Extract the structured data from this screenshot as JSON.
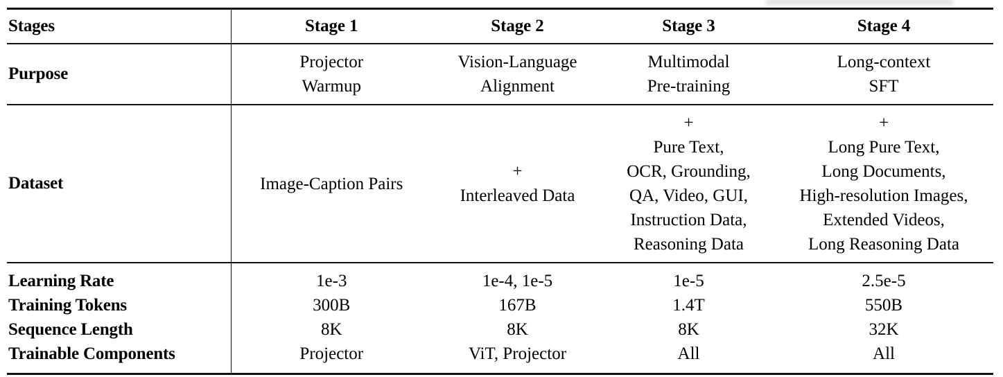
{
  "table": {
    "columns": [
      "Stages",
      "Stage 1",
      "Stage 2",
      "Stage 3",
      "Stage 4"
    ],
    "header": {
      "label": "Stages",
      "stage1": "Stage 1",
      "stage2": "Stage 2",
      "stage3": "Stage 3",
      "stage4": "Stage 4"
    },
    "rows": [
      {
        "label": "Purpose",
        "stage1": "Projector\nWarmup",
        "stage2": "Vision-Language\nAlignment",
        "stage3": "Multimodal\nPre-training",
        "stage4": "Long-context\nSFT"
      },
      {
        "label": "Dataset",
        "stage1": "Image-Caption Pairs",
        "stage2": "+\nInterleaved Data",
        "stage3": "+\nPure Text,\nOCR, Grounding,\nQA, Video, GUI,\nInstruction Data,\nReasoning Data",
        "stage4": "+\nLong Pure Text,\nLong Documents,\nHigh-resolution Images,\nExtended Videos,\nLong Reasoning Data"
      },
      {
        "label": "Learning Rate",
        "stage1": "1e-3",
        "stage2": "1e-4, 1e-5",
        "stage3": "1e-5",
        "stage4": "2.5e-5"
      },
      {
        "label": "Training Tokens",
        "stage1": "300B",
        "stage2": "167B",
        "stage3": "1.4T",
        "stage4": "550B"
      },
      {
        "label": "Sequence Length",
        "stage1": "8K",
        "stage2": "8K",
        "stage3": "8K",
        "stage4": "32K"
      },
      {
        "label": "Trainable Components",
        "stage1": "Projector",
        "stage2": "ViT, Projector",
        "stage3": "All",
        "stage4": "All"
      }
    ]
  },
  "style": {
    "rule_color": "#111111",
    "text_color": "#000000",
    "background": "#ffffff"
  }
}
